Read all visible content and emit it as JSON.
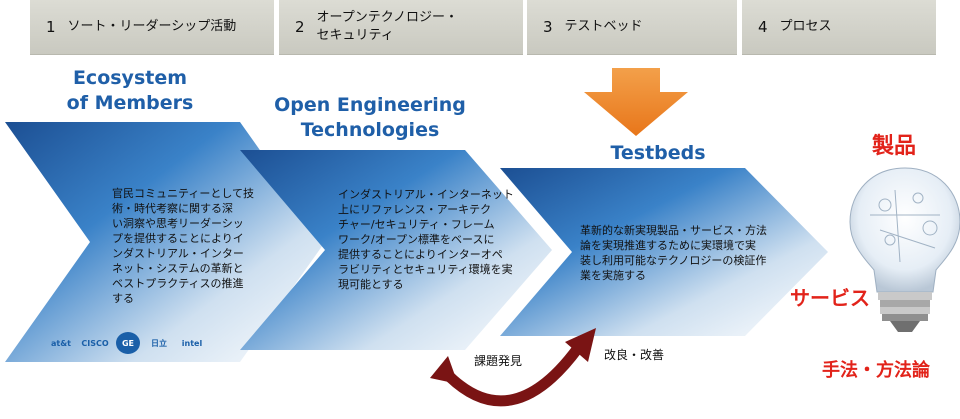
{
  "tabs": [
    {
      "num": "1",
      "label": "ソート・リーダーシップ活動"
    },
    {
      "num": "2",
      "label": "オープンテクノロジー・\nセキュリティ"
    },
    {
      "num": "3",
      "label": "テストベッド"
    },
    {
      "num": "4",
      "label": "プロセス"
    }
  ],
  "stages": [
    {
      "title": "Ecosystem\nof Members",
      "body": "官民コミュニティーとして技\n術・時代考察に関する深\nい洞察や思考リーダーシッ\nプを提供することによりイ\nンダストリアル・インター\nネット・システムの革新と\nベストプラクティスの推進\nする"
    },
    {
      "title": "Open Engineering\nTechnologies",
      "body": "インダストリアル・インターネット\n上にリファレンス・アーキテク\nチャー/セキュリティ・フレーム\nワーク/オープン標準をベースに\n提供することによりインターオペ\nラビリティとセキュリティ環境を実\n現可能とする"
    },
    {
      "title": "Testbeds",
      "body": "革新的な新実現製品・サービス・方法\n論を実現推進するために実環境で実\n装し利用可能なテクノロジーの検証作\n業を実施する"
    }
  ],
  "outputs": {
    "product": "製品",
    "service": "サービス",
    "method": "手法・方法論"
  },
  "cycle": {
    "issue": "課題発見",
    "improve": "改良・改善"
  },
  "logos": [
    "at&t",
    "CISCO",
    "GE",
    "日立",
    "intel"
  ],
  "colors": {
    "chevron_blue": "#2a6db5",
    "title_blue": "#1f5fa8",
    "accent_red": "#e2231a",
    "down_arrow_orange": "#f08a24",
    "cycle_arrow": "#7a1414"
  }
}
